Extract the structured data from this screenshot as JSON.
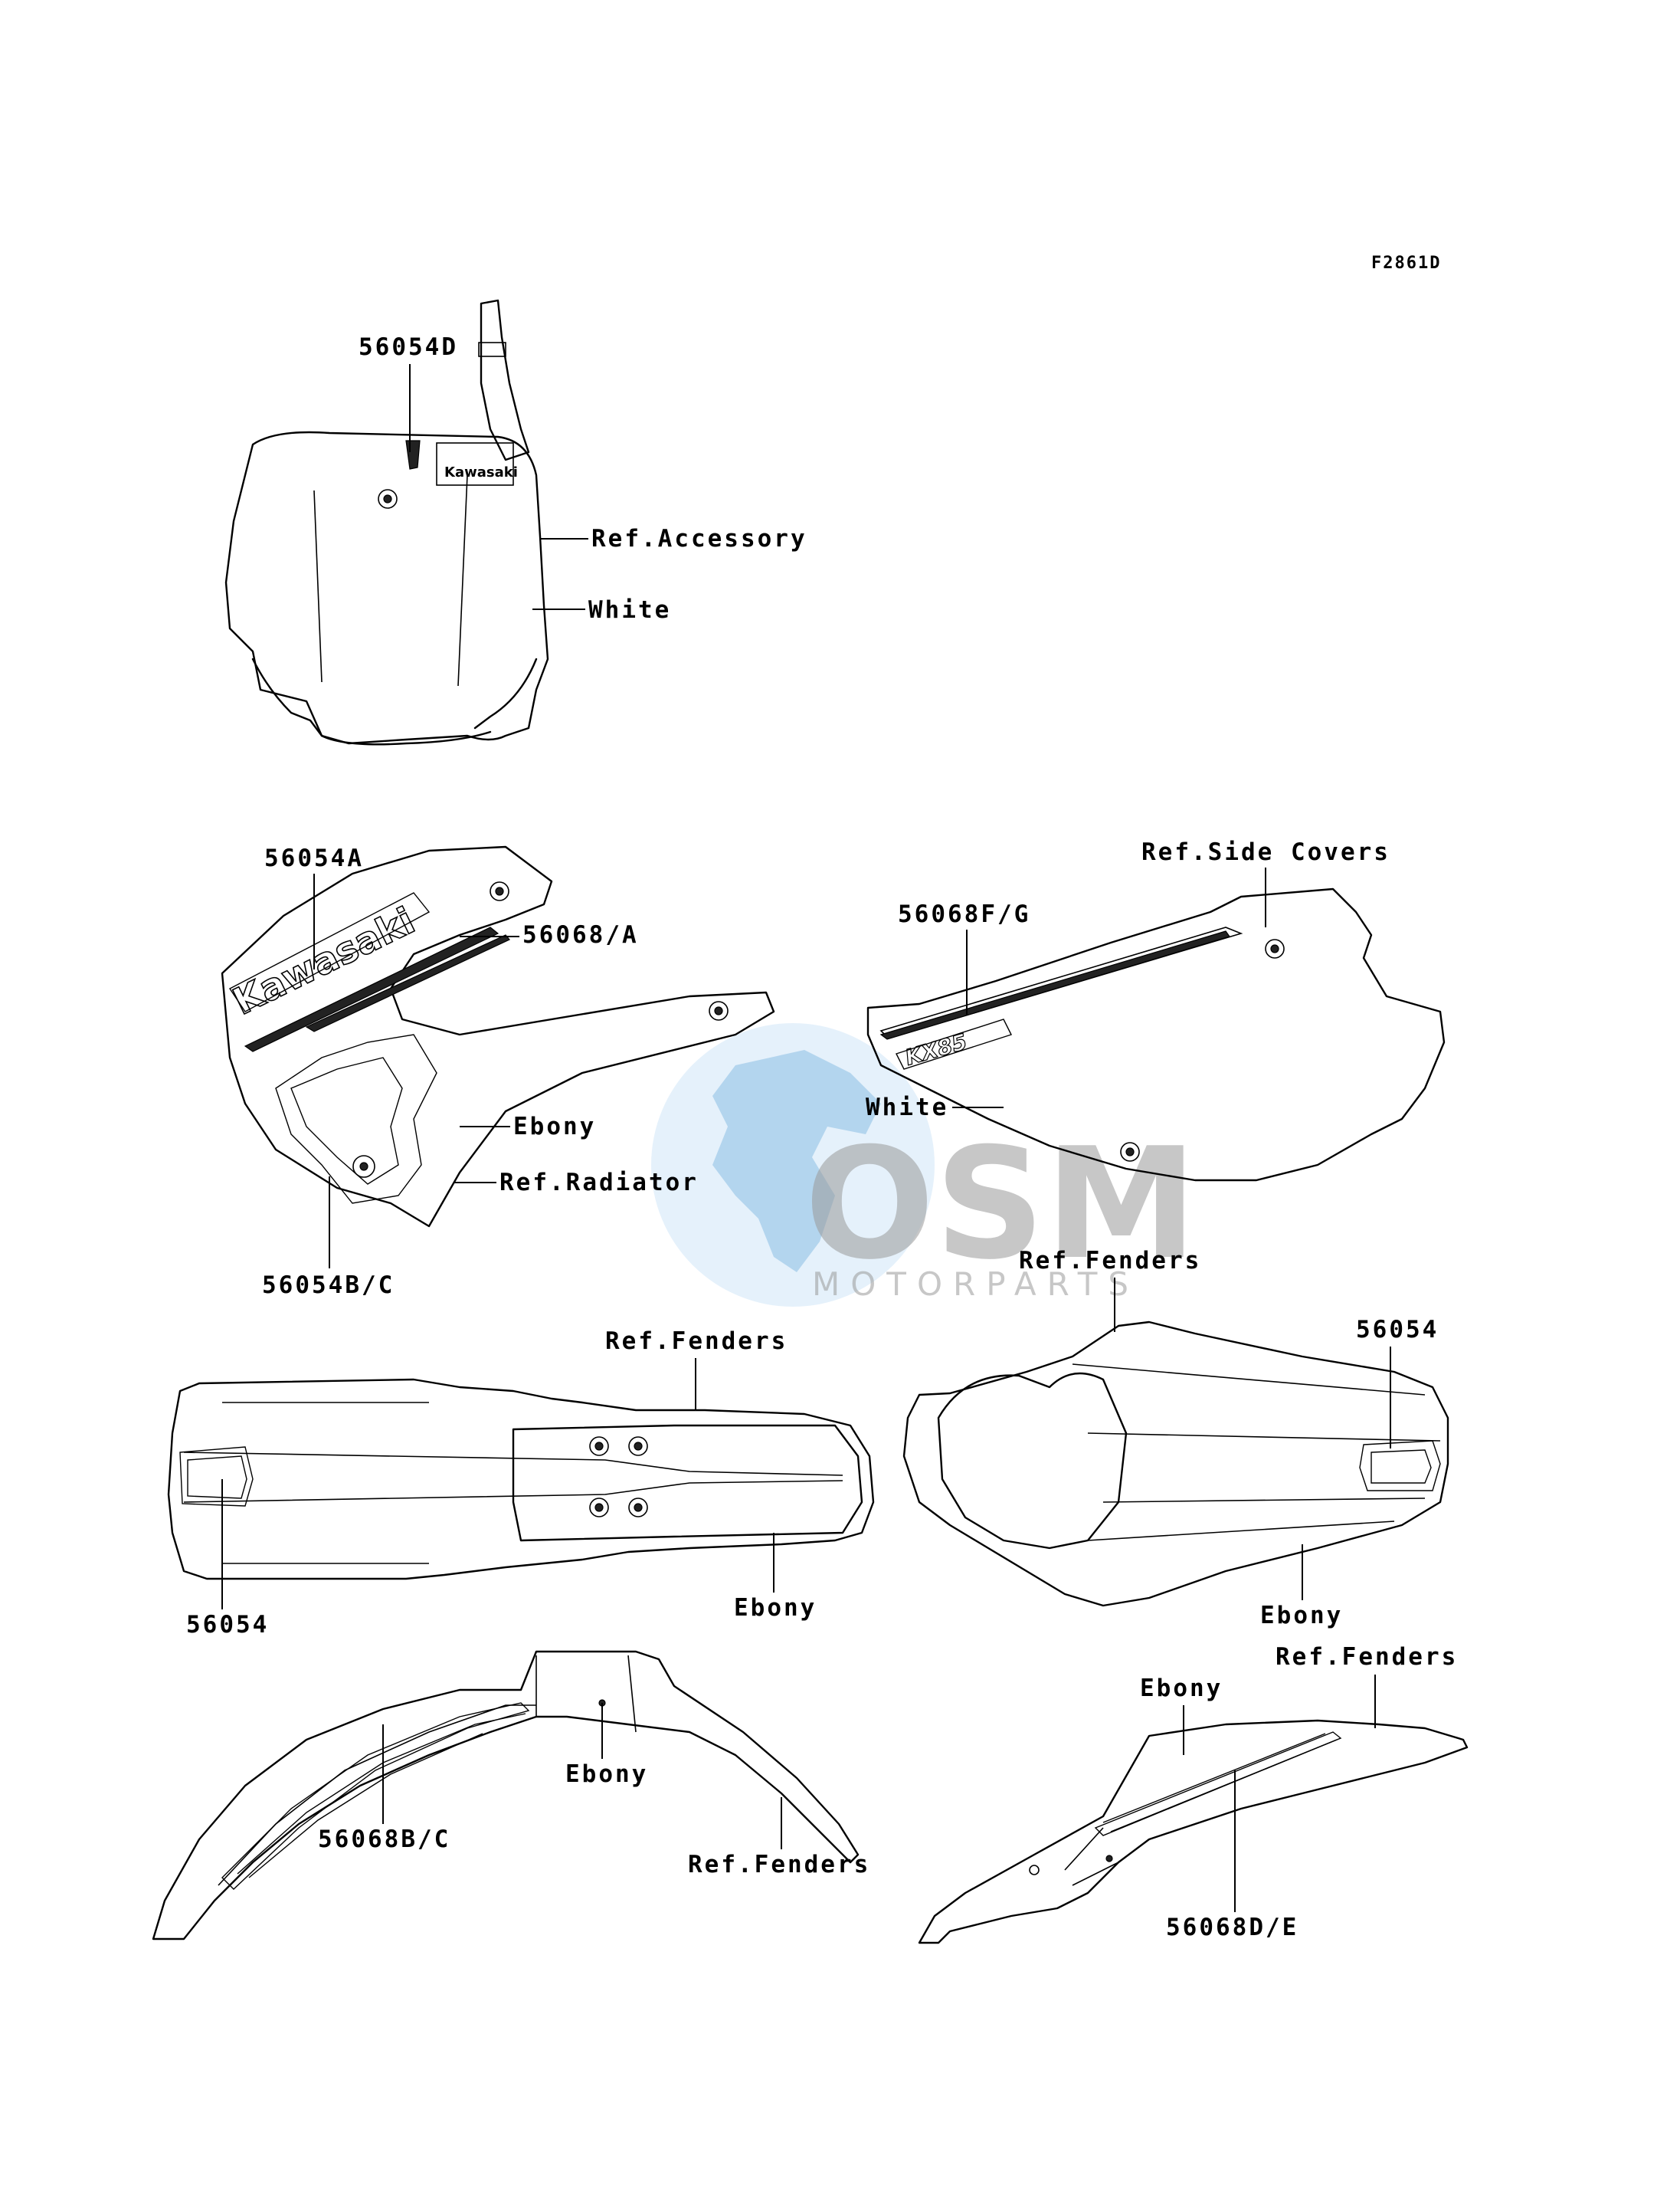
{
  "figure_code": "F2861D",
  "watermark": {
    "brand": "OSM",
    "sub": "MOTORPARTS"
  },
  "labels": {
    "number_plate_decal": "56054D",
    "ref_accessory": "Ref.Accessory",
    "white_plate": "White",
    "shroud_decal_a": "56054A",
    "shroud_stripe": "56068/A",
    "ebony_shroud": "Ebony",
    "ref_radiator": "Ref.Radiator",
    "shroud_decal_bc": "56054B/C",
    "ref_side_covers": "Ref.Side Covers",
    "side_cover_stripe": "56068F/G",
    "white_side": "White",
    "ref_fenders_rear_top": "Ref.Fenders",
    "rear_decal": "56054",
    "ebony_rear": "Ebony",
    "ref_fenders_front_top": "Ref.Fenders",
    "front_decal": "56054",
    "ebony_front_top": "Ebony",
    "front_fender_stripe": "56068B/C",
    "ebony_front_side": "Ebony",
    "ref_fenders_front_side": "Ref.Fenders",
    "ebony_rear_side": "Ebony",
    "ref_fenders_rear_side": "Ref.Fenders",
    "rear_fender_stripe": "56068D/E"
  },
  "decal_text": {
    "kawasaki": "Kawasaki",
    "kx": "KX85"
  }
}
